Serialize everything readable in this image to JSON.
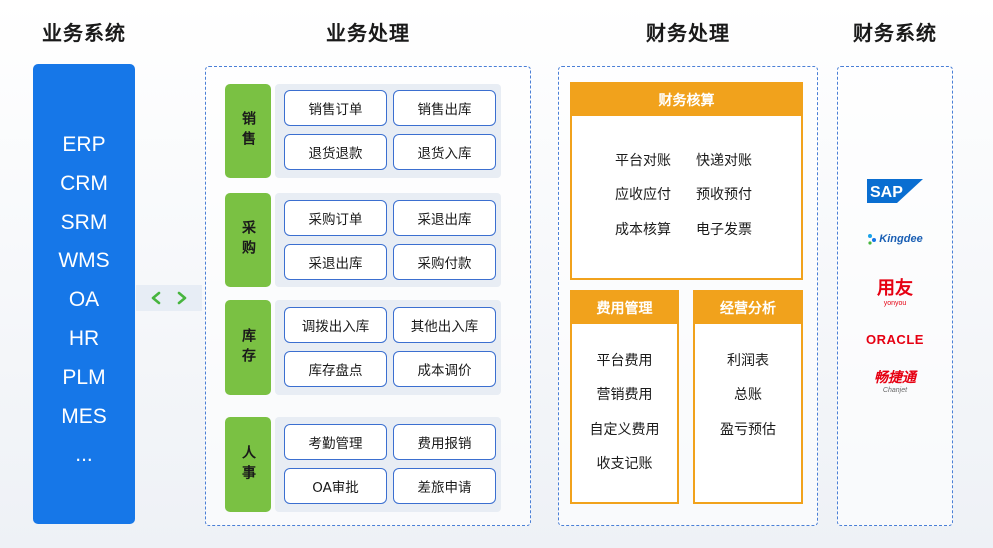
{
  "titles": {
    "business_systems": "业务系统",
    "business_processing": "业务处理",
    "finance_processing": "财务处理",
    "finance_systems": "财务系统"
  },
  "business_systems": [
    "ERP",
    "CRM",
    "SRM",
    "WMS",
    "OA",
    "HR",
    "PLM",
    "MES",
    "..."
  ],
  "groups": [
    {
      "label": "销售",
      "items": [
        "销售订单",
        "销售出库",
        "退货退款",
        "退货入库"
      ]
    },
    {
      "label": "采购",
      "items": [
        "采购订单",
        "采退出库",
        "采退出库",
        "采购付款"
      ]
    },
    {
      "label": "库存",
      "items": [
        "调拨出入库",
        "其他出入库",
        "库存盘点",
        "成本调价"
      ]
    },
    {
      "label": "人事",
      "items": [
        "考勤管理",
        "费用报销",
        "OA审批",
        "差旅申请"
      ]
    }
  ],
  "finance": {
    "accounting": {
      "title": "财务核算",
      "items": [
        "平台对账",
        "快递对账",
        "应收应付",
        "预收预付",
        "成本核算",
        "电子发票"
      ]
    },
    "expense": {
      "title": "费用管理",
      "items": [
        "平台费用",
        "营销费用",
        "自定义费用",
        "收支记账"
      ]
    },
    "analysis": {
      "title": "经营分析",
      "items": [
        "利润表",
        "总账",
        "盈亏预估"
      ]
    }
  },
  "finance_systems": {
    "sap": "SAP",
    "kingdee": "Kingdee",
    "yonyou_cn": "用友",
    "yonyou_en": "yonyou",
    "oracle": "ORACLE",
    "chanjet_cn": "畅捷通",
    "chanjet_en": "Chanjet"
  },
  "colors": {
    "blue": "#1677e8",
    "green": "#7ac143",
    "orange": "#f1a21c",
    "sap_blue": "#0a6ed1",
    "red": "#e60012"
  }
}
